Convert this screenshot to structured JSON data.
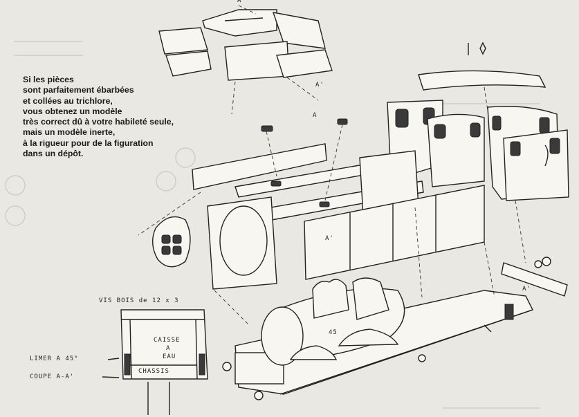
{
  "caption": {
    "lines": [
      "Si les pièces",
      "sont parfaitement ébarbées",
      "et collées au trichlore,",
      "vous obtenez un modèle",
      "très correct dû à votre habileté seule,",
      "mais un modèle inerte,",
      "à la rigueur pour de la figuration",
      "dans un dépôt."
    ]
  },
  "annotations": {
    "section_mark_top": "A",
    "section_mark_top_prime": "A'",
    "section_mark_mid": "A",
    "section_mark_side": "A'",
    "section_mark_right": "A'",
    "screw_note": "VIS BOIS de 12 x 3",
    "tank_label_1": "CAISSE",
    "tank_label_2": "A",
    "tank_label_3": "EAU",
    "chassis_label": "CHASSIS",
    "file_note": "LIMER A 45°",
    "section_note": "COUPE  A-A'",
    "boiler_mark": "45"
  }
}
